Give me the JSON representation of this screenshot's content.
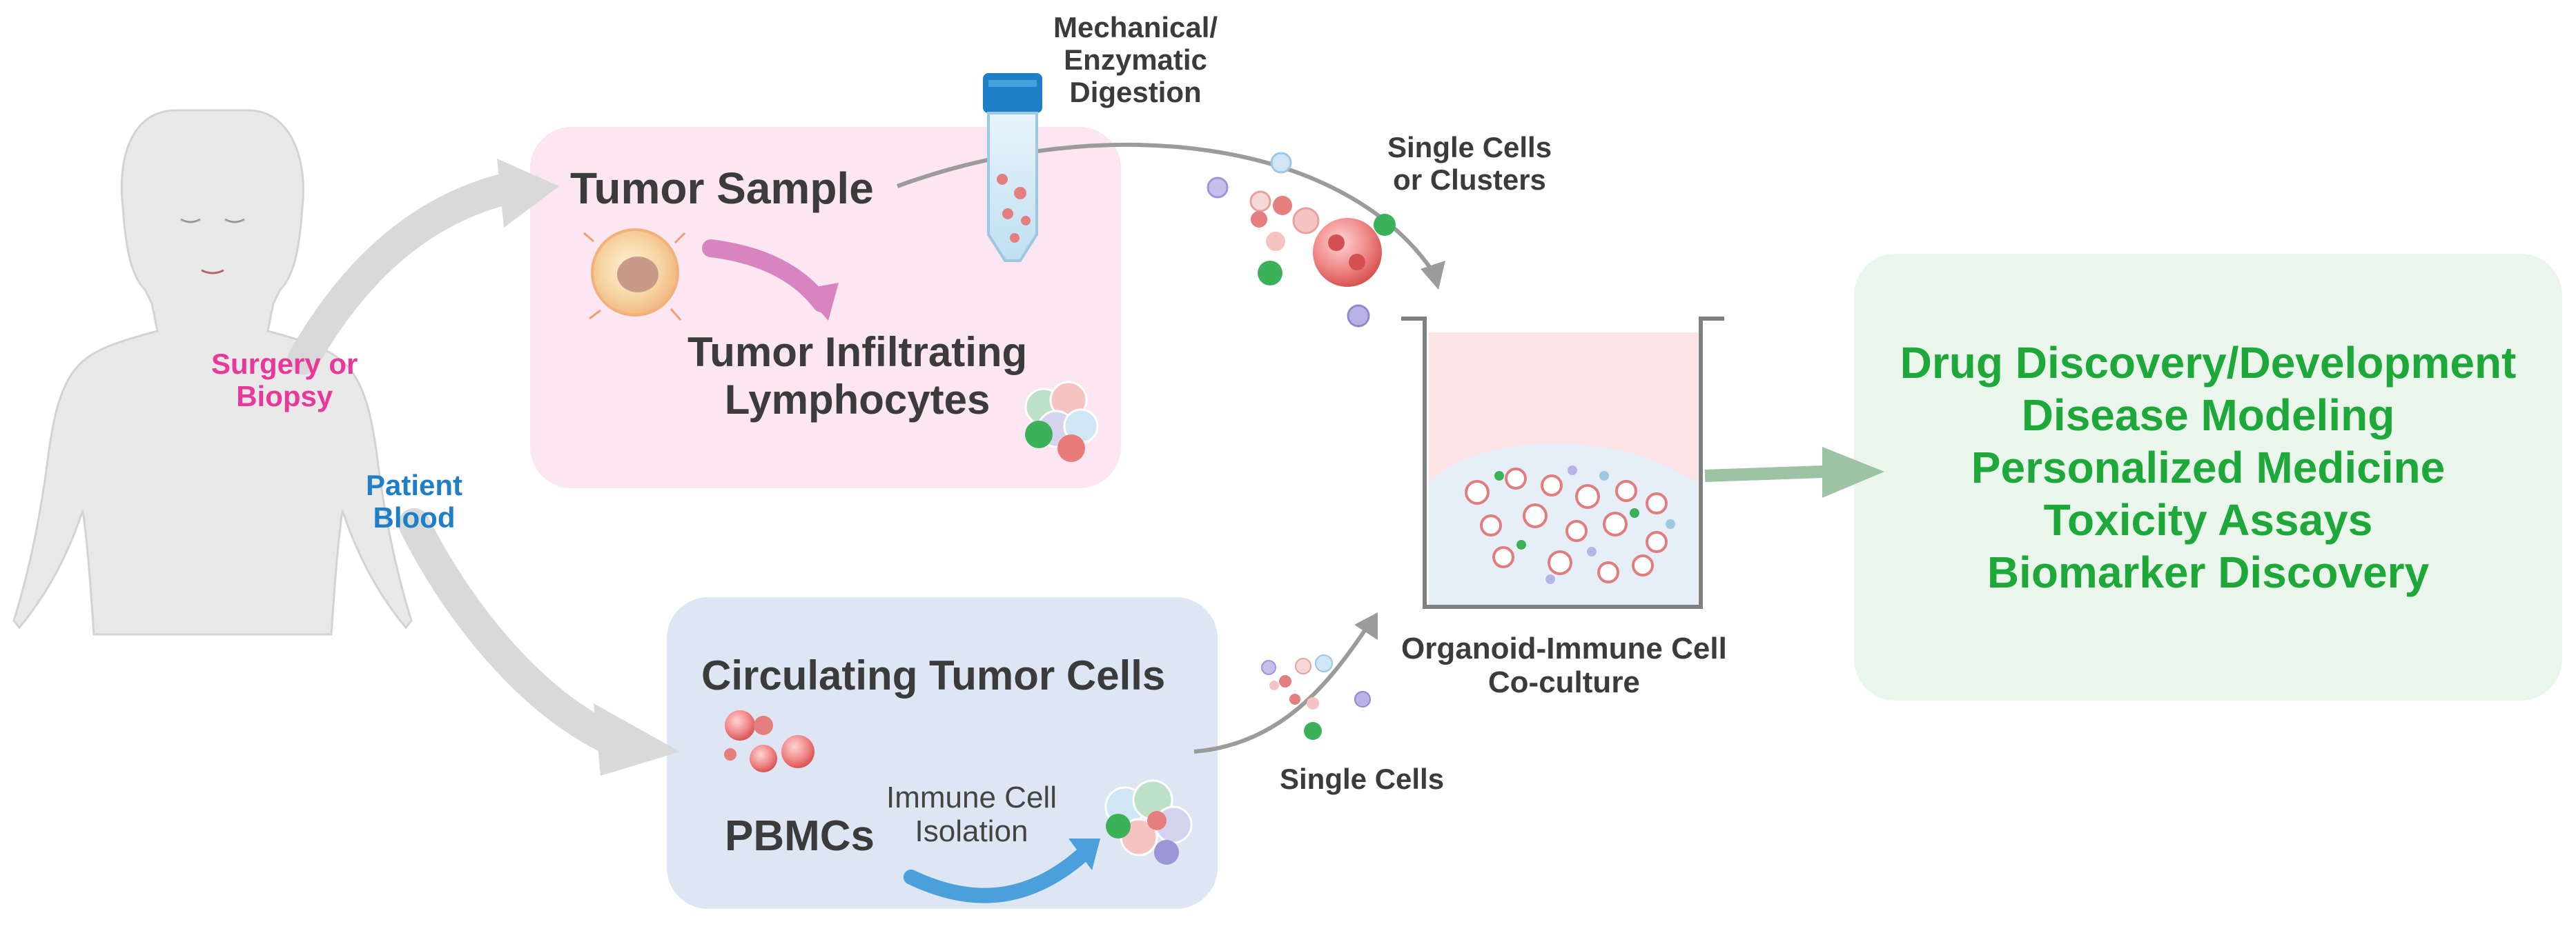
{
  "labels": {
    "surgery_biopsy": [
      "Surgery or",
      "Biopsy"
    ],
    "patient_blood": [
      "Patient",
      "Blood"
    ],
    "tumor_sample": "Tumor Sample",
    "til": [
      "Tumor Infiltrating",
      "Lymphocytes"
    ],
    "digestion": [
      "Mechanical/",
      "Enzymatic",
      "Digestion"
    ],
    "single_cells_clusters": [
      "Single Cells",
      "or Clusters"
    ],
    "ctc": "Circulating Tumor Cells",
    "pbmcs": "PBMCs",
    "immune_isolation": [
      "Immune Cell",
      "Isolation"
    ],
    "single_cells": "Single Cells",
    "coculture": [
      "Organoid-Immune Cell",
      "Co-culture"
    ]
  },
  "applications": [
    "Drug Discovery/Development",
    "Disease Modeling",
    "Personalized Medicine",
    "Toxicity Assays",
    "Biomarker Discovery"
  ],
  "colors": {
    "surgery_label": "#e8389a",
    "blood_label": "#1f7fc6",
    "applications_text": "#1fa83a",
    "tumor_box": "#fbe6f1",
    "ctc_box": "#dde6f2",
    "apps_box": "#eaf5ec"
  }
}
